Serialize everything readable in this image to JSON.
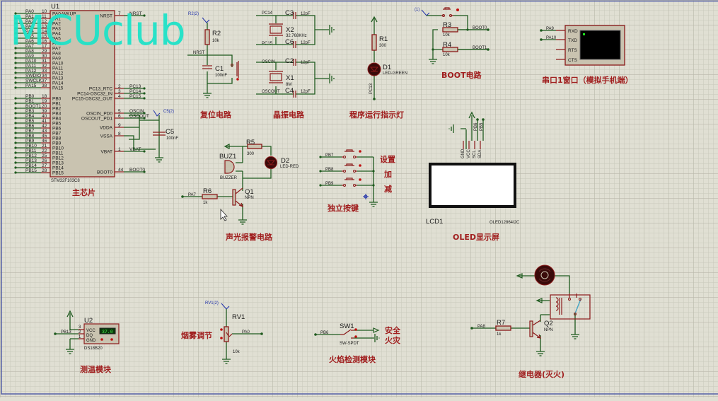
{
  "watermark": "MCUclub",
  "u1": {
    "ref": "U1",
    "part": "STM32F103C8",
    "left_pins": [
      {
        "net": "PA0",
        "num": "10",
        "name": "PA0-WKUP"
      },
      {
        "net": "PA1",
        "num": "11",
        "name": "PA1"
      },
      {
        "net": "PA2",
        "num": "12",
        "name": "PA2"
      },
      {
        "net": "PA3",
        "num": "13",
        "name": "PA3"
      },
      {
        "net": "PA4",
        "num": "14",
        "name": "PA4"
      },
      {
        "net": "PA5",
        "num": "15",
        "name": "PA5"
      },
      {
        "net": "PA6",
        "num": "16",
        "name": "PA6"
      },
      {
        "net": "PA7",
        "num": "17",
        "name": "PA7"
      },
      {
        "net": "PA8",
        "num": "29",
        "name": "PA8"
      },
      {
        "net": "PA9",
        "num": "30",
        "name": "PA9"
      },
      {
        "net": "PA10",
        "num": "31",
        "name": "PA10"
      },
      {
        "net": "PA11",
        "num": "32",
        "name": "PA11"
      },
      {
        "net": "PA12",
        "num": "33",
        "name": "PA12"
      },
      {
        "net": "SWDIO",
        "num": "34",
        "name": "PA13"
      },
      {
        "net": "SWCLK",
        "num": "37",
        "name": "PA14"
      },
      {
        "net": "PA15",
        "num": "38",
        "name": "PA15"
      },
      {
        "net": "PB0",
        "num": "18",
        "name": "PB0"
      },
      {
        "net": "PB1",
        "num": "19",
        "name": "PB1"
      },
      {
        "net": "BOOT1",
        "num": "20",
        "name": "PB2"
      },
      {
        "net": "PB3",
        "num": "39",
        "name": "PB3"
      },
      {
        "net": "PB4",
        "num": "40",
        "name": "PB4"
      },
      {
        "net": "PB5",
        "num": "41",
        "name": "PB5"
      },
      {
        "net": "PB6",
        "num": "42",
        "name": "PB6"
      },
      {
        "net": "PB7",
        "num": "43",
        "name": "PB7"
      },
      {
        "net": "PB8",
        "num": "45",
        "name": "PB8"
      },
      {
        "net": "PB9",
        "num": "46",
        "name": "PB9"
      },
      {
        "net": "PB10",
        "num": "21",
        "name": "PB10"
      },
      {
        "net": "PB11",
        "num": "22",
        "name": "PB11"
      },
      {
        "net": "PB12",
        "num": "25",
        "name": "PB12"
      },
      {
        "net": "PB13",
        "num": "26",
        "name": "PB13"
      },
      {
        "net": "PB14",
        "num": "27",
        "name": "PB14"
      },
      {
        "net": "PB15",
        "num": "28",
        "name": "PB15"
      }
    ],
    "right_pins": [
      {
        "net": "NRST",
        "num": "7",
        "name": "NRST"
      },
      {
        "net": "PC13",
        "num": "2",
        "name": "PC13_RTC"
      },
      {
        "net": "PC14",
        "num": "3",
        "name": "PC14-OSC32_IN"
      },
      {
        "net": "PC15",
        "num": "4",
        "name": "PC15-OSC32_OUT"
      },
      {
        "net": "OSCIN",
        "num": "5",
        "name": "OSCIN_PD0"
      },
      {
        "net": "OSCOUT",
        "num": "6",
        "name": "OSCOUT_PD1"
      },
      {
        "net": "",
        "num": "9",
        "name": "VDDA"
      },
      {
        "net": "",
        "num": "8",
        "name": "VSSA"
      },
      {
        "net": "VBAT",
        "num": "1",
        "name": "VBAT"
      },
      {
        "net": "BOOT0",
        "num": "44",
        "name": "BOOT0"
      }
    ],
    "c5": {
      "ref": "C5",
      "value": "100nF",
      "probe": "C5(2)"
    },
    "section_title": "主芯片"
  },
  "reset": {
    "r2": {
      "ref": "R2",
      "value": "10k",
      "probe": "R2(2)"
    },
    "c1": {
      "ref": "C1",
      "value": "100nF"
    },
    "net": "NRST",
    "section_title": "复位电路"
  },
  "crystal": {
    "nets": [
      "PC14",
      "PC15",
      "OSCIN",
      "OSCOUT"
    ],
    "c3": {
      "ref": "C3",
      "value": "12pF"
    },
    "c6": {
      "ref": "C6",
      "value": "12pF"
    },
    "c2": {
      "ref": "C2",
      "value": "12pF"
    },
    "c4": {
      "ref": "C4",
      "value": "12pF"
    },
    "x2": {
      "ref": "X2",
      "value": "32.768KHz"
    },
    "x1": {
      "ref": "X1",
      "value": "8M"
    },
    "section_title": "晶振电路"
  },
  "led_run": {
    "r1": {
      "ref": "R1",
      "value": "300"
    },
    "d1": {
      "ref": "D1",
      "value": "LED-GREEN"
    },
    "net": "PC13",
    "section_title": "程序运行指示灯"
  },
  "boot": {
    "probe": "(1)",
    "r3": {
      "ref": "R3",
      "value": "10k"
    },
    "r4": {
      "ref": "R4",
      "value": "10k"
    },
    "nets": [
      "BOOT0",
      "BOOT1"
    ],
    "section_title": "BOOT电路"
  },
  "uart": {
    "pins": [
      "RXD",
      "TXD",
      "RTS",
      "CTS"
    ],
    "nets": [
      "PA9",
      "PA10"
    ],
    "section_title": "串口1窗口（模拟手机端）"
  },
  "alarm": {
    "buz": {
      "ref": "BUZ1",
      "value": "BUZZER"
    },
    "r5": {
      "ref": "R5",
      "value": "300"
    },
    "d2": {
      "ref": "D2",
      "value": "LED-RED"
    },
    "r6": {
      "ref": "R6",
      "value": "1k"
    },
    "q1": {
      "ref": "Q1",
      "value": "NPN"
    },
    "net": "PA7",
    "section_title": "声光报警电路"
  },
  "keys": {
    "nets": [
      "PB7",
      "PB8",
      "PB9"
    ],
    "labels": [
      "设置",
      "加",
      "减"
    ],
    "section_title": "独立按键"
  },
  "oled": {
    "pins": [
      "GND",
      "VCC",
      "SCL",
      "SDA"
    ],
    "nets": [
      "PB6",
      "PB5"
    ],
    "ref": "LCD1",
    "part": "OLED12864I2C",
    "section_title": "OLED显示屏"
  },
  "temp": {
    "ref": "U2",
    "part": "DS18B20",
    "pins": [
      {
        "num": "3",
        "name": "VCC"
      },
      {
        "num": "2",
        "name": "DQ"
      },
      {
        "num": "1",
        "name": "GND"
      }
    ],
    "net": "PB13",
    "reading": "37.0",
    "section_title": "测温模块"
  },
  "smoke": {
    "ref": "RV1",
    "value": "10k",
    "probe": "RV1(2)",
    "net": "PA0",
    "section_title": "烟雾调节"
  },
  "flame": {
    "ref": "SW1",
    "value": "SW-SPDT",
    "net": "PB6",
    "labels": [
      "安全",
      "火灾"
    ],
    "section_title": "火焰检测模块"
  },
  "relay": {
    "r7": {
      "ref": "R7",
      "value": "1k"
    },
    "q2": {
      "ref": "Q2",
      "value": "NPN"
    },
    "net": "PA8",
    "section_title": "继电器(灭火)"
  }
}
